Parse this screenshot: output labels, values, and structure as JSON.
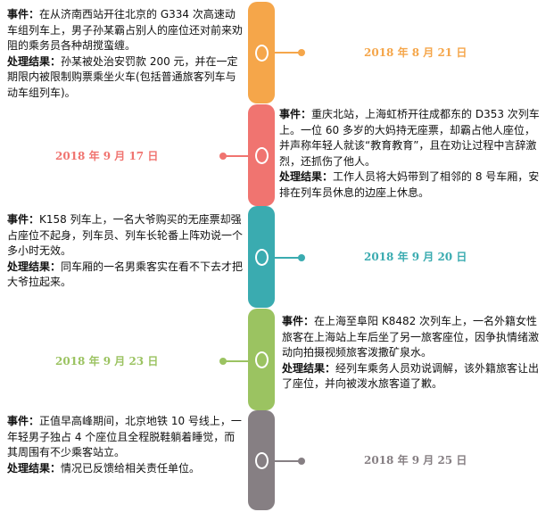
{
  "events": [
    {
      "date": "2018 年 8 月 21 日",
      "event_label": "事件：",
      "event_text": "在从济南西站开往北京的 G334 次高速动车组列车上，男子孙某霸占别人的座位还对前来劝阻的乘务员各种胡搅蛮缠。",
      "result_label": "处理结果：",
      "result_text": "孙某被处治安罚款 200 元，并在一定期限内被限制购票乘坐火车(包括普通旅客列车与动车组列车)。",
      "color": "#F5A64A"
    },
    {
      "date": "2018 年 9 月 17 日",
      "event_label": "事件：",
      "event_text": "重庆北站，上海虹桥开往成都东的 D353 次列车上。一位 60 多岁的大妈持无座票，却霸占他人座位，并声称年轻人就该“教育教育”，且在劝让过程中言辞激烈，还抓伤了他人。",
      "result_label": "处理结果：",
      "result_text": "工作人员将大妈带到了相邻的 8 号车厢，安排在列车员休息的边座上休息。",
      "color": "#F07470"
    },
    {
      "date": "2018 年 9 月 20 日",
      "event_label": "事件：",
      "event_text": "K158 列车上，一名大爷购买的无座票却强占座位不起身，列车员、列车长轮番上阵劝说一个多小时无效。",
      "result_label": "处理结果：",
      "result_text": "同车厢的一名男乘客实在看不下去才把大爷拉起来。",
      "color": "#3AABB0"
    },
    {
      "date": "2018 年 9 月 23 日",
      "event_label": "事件：",
      "event_text": "在上海至阜阳 K8482 次列车上，一名外籍女性旅客在上海站上车后坐了另一旅客座位，因争执情绪激动向拍摄视频旅客泼撒矿泉水。",
      "result_label": "处理结果：",
      "result_text": "经列车乘务人员劝说调解，该外籍旅客让出了座位，并向被泼水旅客道了歉。",
      "color": "#9BC361"
    },
    {
      "date": "2018 年 9 月 25 日",
      "event_label": "事件：",
      "event_text": "正值早高峰期间，北京地铁 10 号线上，一年轻男子独占 4 个座位且全程脱鞋躺着睡觉，而其周围有不少乘客站立。",
      "result_label": "处理结果：",
      "result_text": "情况已反馈给相关责任单位。",
      "color": "#867F83"
    }
  ]
}
